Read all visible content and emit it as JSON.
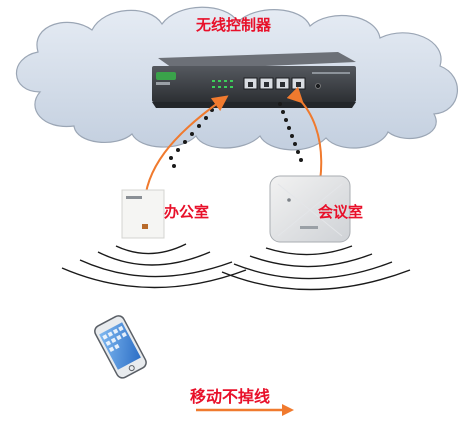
{
  "diagram": {
    "title": "无线控制器",
    "ap_office_label": "办公室",
    "ap_meeting_label": "会议室",
    "roaming_caption": "移动不掉线"
  },
  "colors": {
    "accent": "#e8102a",
    "wireless_arc": "#f07a2e",
    "cloud_fill": "#cdd8e6",
    "cloud_stroke": "#9ba6b5",
    "device_body": "#3b3f45",
    "wave": "#1a1a1a"
  },
  "icons": [
    "cloud-shape",
    "controller-device",
    "wall-ap",
    "ceiling-ap",
    "smartphone",
    "wireless-waves"
  ]
}
